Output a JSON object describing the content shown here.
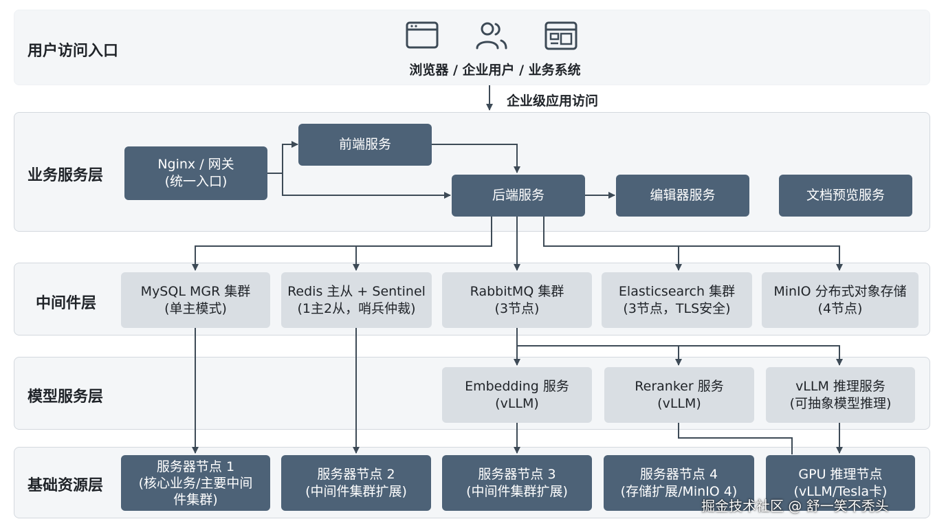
{
  "colors": {
    "dark_box": "#4d6277",
    "light_box": "#d9dee3",
    "layer_bg": "#f4f6f8",
    "arrow": "#3d4a56"
  },
  "entry": {
    "title": "用户访问入口",
    "icons": [
      "browser-window-icon",
      "users-icon",
      "dashboard-layout-icon"
    ],
    "users_label": "浏览器 / 企业用户 / 业务系统",
    "access_label": "企业级应用访问"
  },
  "business": {
    "title": "业务服务层",
    "nginx": [
      "Nginx / 网关",
      "(统一入口)"
    ],
    "frontend": "前端服务",
    "backend": "后端服务",
    "editor": "编辑器服务",
    "docpreview": "文档预览服务"
  },
  "middleware": {
    "title": "中间件层",
    "items": [
      [
        "MySQL MGR 集群",
        "(单主模式)"
      ],
      [
        "Redis 主从 + Sentinel",
        "(1主2从，哨兵仲裁)"
      ],
      [
        "RabbitMQ 集群",
        "(3节点)"
      ],
      [
        "Elasticsearch 集群",
        "(3节点，TLS安全)"
      ],
      [
        "MinIO 分布式对象存储",
        "(4节点)"
      ]
    ]
  },
  "model": {
    "title": "模型服务层",
    "items": [
      [
        "Embedding 服务",
        "(vLLM)"
      ],
      [
        "Reranker 服务",
        "(vLLM)"
      ],
      [
        "vLLM 推理服务",
        "(可抽象模型推理)"
      ]
    ]
  },
  "infra": {
    "title": "基础资源层",
    "items": [
      [
        "服务器节点 1",
        "(核心业务/主要中间",
        "件集群)"
      ],
      [
        "服务器节点 2",
        "(中间件集群扩展)"
      ],
      [
        "服务器节点 3",
        "(中间件集群扩展)"
      ],
      [
        "服务器节点 4",
        "(存储扩展/MinIO 4)"
      ],
      [
        "GPU 推理节点",
        "(vLLM/Tesla卡)"
      ]
    ]
  },
  "watermark": "掘金技术社区 @ 舒一笑不秃头"
}
